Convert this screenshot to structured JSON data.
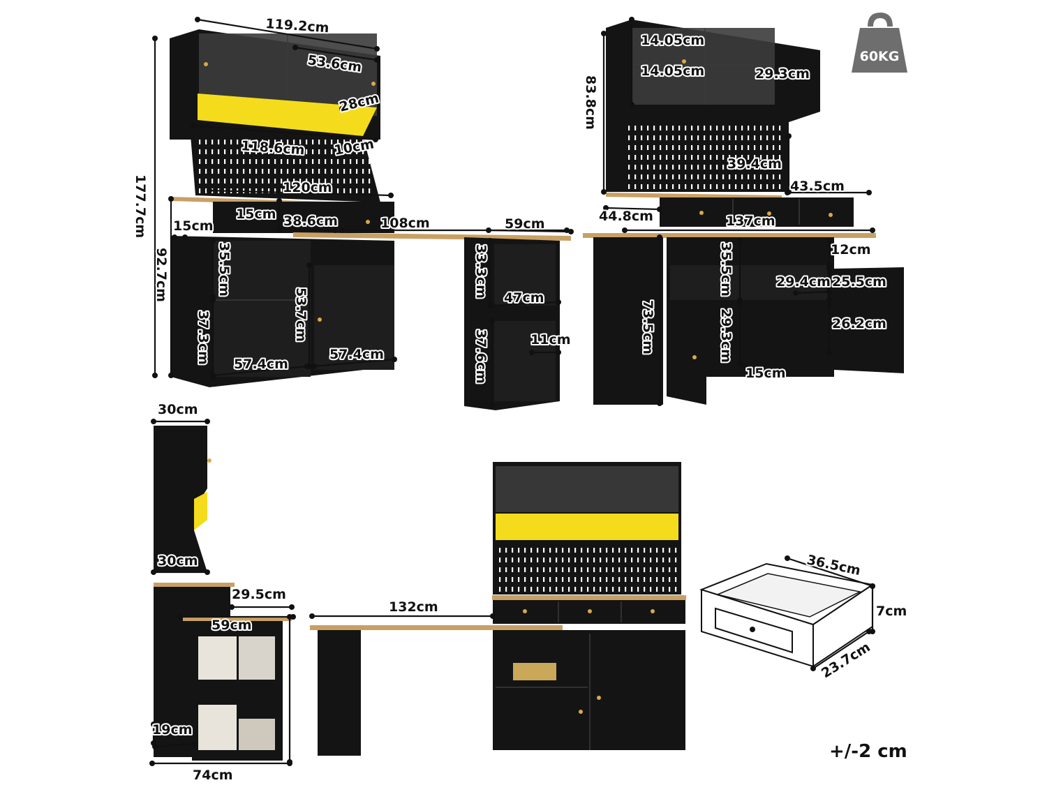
{
  "weight": {
    "icon": "kettlebell-icon",
    "label": "60KG"
  },
  "tolerance": "+/-2 cm",
  "front_view": {
    "labels": [
      "119.2cm",
      "53.6cm",
      "28cm",
      "118.6cm",
      "10cm",
      "120cm",
      "177.7cm",
      "15cm",
      "38.6cm",
      "15cm",
      "108cm",
      "59cm",
      "92.7cm",
      "35.5cm",
      "37.3cm",
      "53.7cm",
      "57.4cm",
      "57.4cm",
      "33.3cm",
      "47cm",
      "37.6cm",
      "11cm"
    ]
  },
  "back_view": {
    "labels": [
      "14.05cm",
      "14.05cm",
      "29.3cm",
      "83.8cm",
      "39.4cm",
      "43.5cm",
      "44.8cm",
      "137cm",
      "12cm",
      "35.5cm",
      "29.4cm",
      "25.5cm",
      "73.5cm",
      "29.3cm",
      "26.2cm",
      "15cm"
    ]
  },
  "side_view": {
    "labels": [
      "30cm",
      "30cm",
      "29.5cm",
      "59cm",
      "19cm",
      "74cm"
    ]
  },
  "assembled_view": {
    "labels": [
      "132cm"
    ]
  },
  "drawer_view": {
    "labels": [
      "36.5cm",
      "7cm",
      "23.7cm"
    ]
  },
  "colors": {
    "body": "#141414",
    "wood": "#c9a064",
    "led": "#f4dc1c",
    "knob": "#d8a94a"
  }
}
